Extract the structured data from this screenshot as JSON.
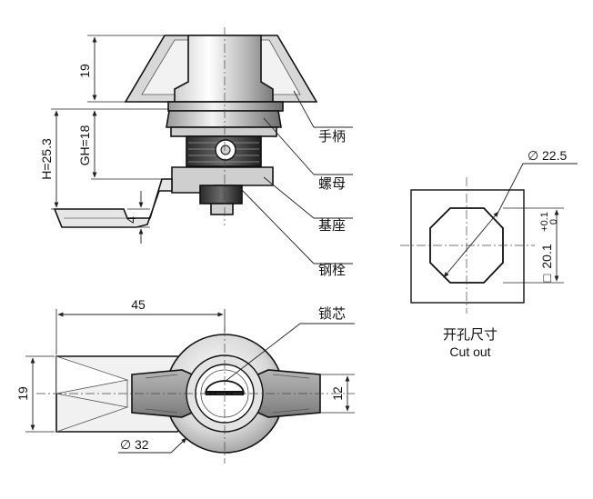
{
  "dimensions": {
    "handle_height": "19",
    "overall_height": "H=25.3",
    "grip_height": "GH=18",
    "cam_thickness": "4",
    "length": "45",
    "width": "19",
    "boss_diameter": "32",
    "slot_width": "12",
    "cutout_diameter": "22.5",
    "cutout_square": "20.1",
    "tol_upper": "+0.1",
    "tol_lower": "0"
  },
  "labels": {
    "handle": "手柄",
    "nut": "螺母",
    "base": "基座",
    "pin": "钢栓",
    "lock_core": "锁芯"
  },
  "cutout": {
    "title_cn": "开孔尺寸",
    "title_en": "Cut out"
  },
  "symbols": {
    "diameter": "∅",
    "square": "□"
  },
  "colors": {
    "metal_light": "#e8e8e8",
    "metal_mid": "#bdbdbd",
    "metal_dark": "#6e6e6e",
    "grip_gray": "#9a9a9a",
    "line": "#111111"
  }
}
